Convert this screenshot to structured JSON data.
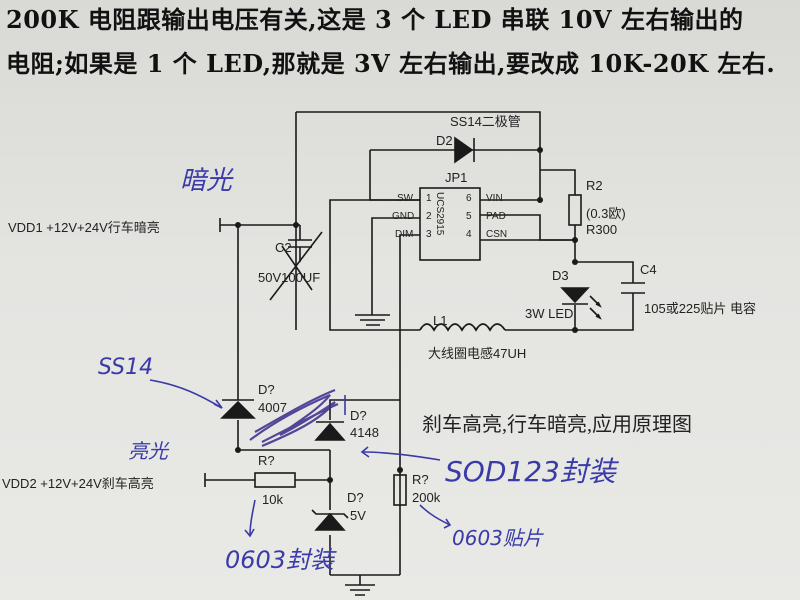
{
  "heading": {
    "line1": "200K 电阻跟输出电压有关,这是 3 个 LED 串联 10V 左右输出的",
    "line2": "电阻;如果是 1 个 LED,那就是 3V 左右输出,要改成 10K-20K 左右."
  },
  "labels": {
    "vdd1": "VDD1 +12V+24V行车暗亮",
    "vdd2": "VDD2 +12V+24V刹车高亮",
    "c2_ref": "C2",
    "c2_val": "50V100UF",
    "d2_ref": "D2",
    "d2_note": "SS14二极管",
    "jp1": "JP1",
    "ic_name": "UCS2915",
    "pin_sw": "SW",
    "pin_gnd": "GND",
    "pin_dim": "DIM",
    "pin_vin": "VIN",
    "pin_pad": "PAD",
    "pin_csn": "CSN",
    "pin1": "1",
    "pin2": "2",
    "pin3": "3",
    "pin4": "4",
    "pin5": "5",
    "pin6": "6",
    "r2_ref": "R2",
    "r2_val": "(0.3欧)",
    "r2_code": "R300",
    "d3_ref": "D3",
    "d3_val": "3W LED",
    "c4_ref": "C4",
    "c4_val": "105或225贴片 电容",
    "l1_ref": "L1",
    "l1_val": "大线圈电感47UH",
    "d_a_ref": "D?",
    "d_a_val": "4007",
    "d_b_ref": "D?",
    "d_b_val": "4148",
    "r_a_ref": "R?",
    "r_a_val": "10k",
    "r_b_ref": "R?",
    "r_b_val": "200k",
    "d_c_ref": "D?",
    "d_c_val": "5V",
    "caption": "刹车高亮,行车暗亮,应用原理图"
  },
  "handwriting": {
    "dark_light": "暗光",
    "ss14": "SS14",
    "bright_light": "亮光",
    "sod123": "SOD123封装",
    "pkg0603_left": "0603封装",
    "pkg0603_right": "0603贴片"
  },
  "colors": {
    "ink": "#1a1a1a",
    "pen": "#3a3aa8",
    "paper": "#e4e4e1"
  }
}
